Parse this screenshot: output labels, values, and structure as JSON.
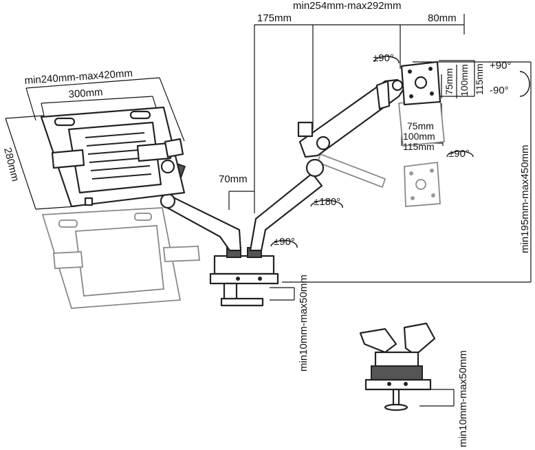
{
  "diagram": {
    "dimensions": {
      "arm_spread": "min254mm-max292mm",
      "arm_offset": "175mm",
      "vesa_offset": "80mm",
      "tray_width_range": "min240mm-max420mm",
      "tray_width": "300mm",
      "tray_depth": "280mm",
      "pole_offset": "70mm",
      "height_range": "min195mm-max450mm",
      "desk_thickness_main": "min10mm-max50mm",
      "desk_thickness_grommet": "min10mm-max50mm",
      "vesa_h_75": "75mm",
      "vesa_h_100": "100mm",
      "vesa_h_115": "115mm",
      "vesa_w_75": "75mm",
      "vesa_w_100": "100mm",
      "vesa_w_115": "115mm"
    },
    "rotations": {
      "tilt_top": "±90°",
      "pivot_right": "±90°",
      "swivel_elbow": "±180°",
      "swivel_base": "±90°",
      "tilt_up": "+90°",
      "tilt_down": "-90°"
    },
    "colors": {
      "line": "#111111",
      "part_fill": "#ffffff",
      "shadow_part": "#888888"
    }
  }
}
